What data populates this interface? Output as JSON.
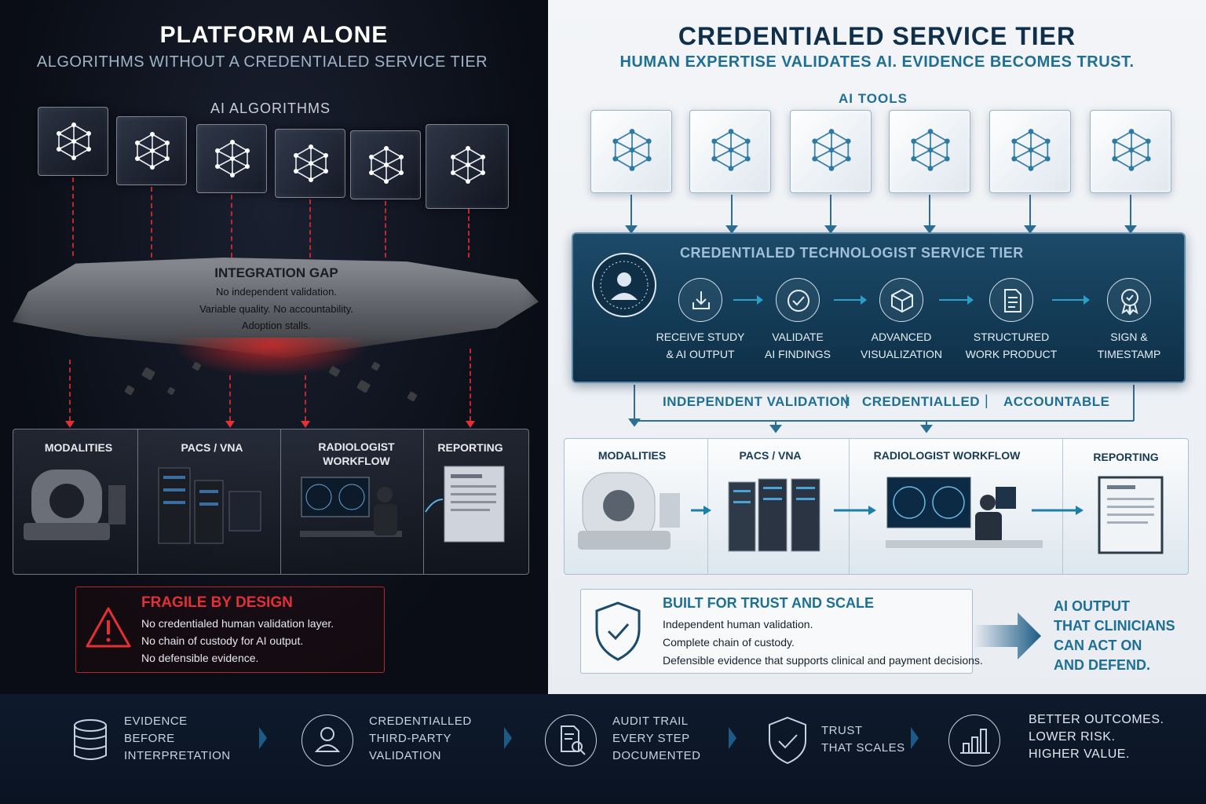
{
  "left": {
    "title": "PLATFORM ALONE",
    "subtitle": "ALGORITHMS WITHOUT A CREDENTIALED SERVICE TIER",
    "algorithms_label": "AI ALGORITHMS",
    "gap": {
      "title": "INTEGRATION GAP",
      "lines": [
        "No independent validation.",
        "Variable quality. No accountability.",
        "Adoption stalls."
      ]
    },
    "workflow": [
      "MODALITIES",
      "PACS / VNA",
      "RADIOLOGIST WORKFLOW",
      "REPORTING"
    ],
    "fragile": {
      "title": "FRAGILE BY DESIGN",
      "lines": [
        "No credentialed human validation layer.",
        "No chain of custody for AI output.",
        "No defensible evidence."
      ]
    }
  },
  "right": {
    "title": "CREDENTIALED SERVICE TIER",
    "subtitle": "HUMAN EXPERTISE VALIDATES AI. EVIDENCE BECOMES TRUST.",
    "tools_label": "AI TOOLS",
    "tier_title": "CREDENTIALED TECHNOLOGIST SERVICE TIER",
    "steps": [
      {
        "l1": "RECEIVE STUDY",
        "l2": "& AI OUTPUT",
        "icon": "download-icon"
      },
      {
        "l1": "VALIDATE",
        "l2": "AI FINDINGS",
        "icon": "check-circle-icon"
      },
      {
        "l1": "ADVANCED",
        "l2": "VISUALIZATION",
        "icon": "cube-icon"
      },
      {
        "l1": "STRUCTURED",
        "l2": "WORK PRODUCT",
        "icon": "document-icon"
      },
      {
        "l1": "SIGN &",
        "l2": "TIMESTAMP",
        "icon": "award-icon"
      }
    ],
    "attributes": [
      "INDEPENDENT VALIDATION",
      "CREDENTIALLED",
      "ACCOUNTABLE"
    ],
    "workflow": [
      "MODALITIES",
      "PACS / VNA",
      "RADIOLOGIST WORKFLOW",
      "REPORTING"
    ],
    "trust": {
      "title": "BUILT FOR TRUST AND SCALE",
      "lines": [
        "Independent human validation.",
        "Complete chain of custody.",
        "Defensible evidence that supports clinical and payment decisions."
      ]
    },
    "outcome": [
      "AI OUTPUT",
      "THAT CLINICIANS",
      "CAN ACT ON",
      "AND DEFEND."
    ]
  },
  "footer": [
    {
      "lines": [
        "EVIDENCE",
        "BEFORE",
        "INTERPRETATION"
      ],
      "icon": "database-icon"
    },
    {
      "lines": [
        "CREDENTIALLED",
        "THIRD-PARTY",
        "VALIDATION"
      ],
      "icon": "person-icon"
    },
    {
      "lines": [
        "AUDIT TRAIL",
        "EVERY STEP",
        "DOCUMENTED"
      ],
      "icon": "audit-document-icon"
    },
    {
      "lines": [
        "TRUST",
        "THAT SCALES"
      ],
      "icon": "shield-check-icon"
    },
    {
      "lines": [
        "BETTER OUTCOMES.",
        "LOWER RISK.",
        "HIGHER VALUE."
      ],
      "icon": "bar-chart-icon"
    }
  ],
  "colors": {
    "left_bg": "#0a0d15",
    "right_bg": "#f3f5f8",
    "accent_red": "#e23035",
    "accent_teal": "#1e6f95",
    "tier_bg": "#133a55"
  }
}
